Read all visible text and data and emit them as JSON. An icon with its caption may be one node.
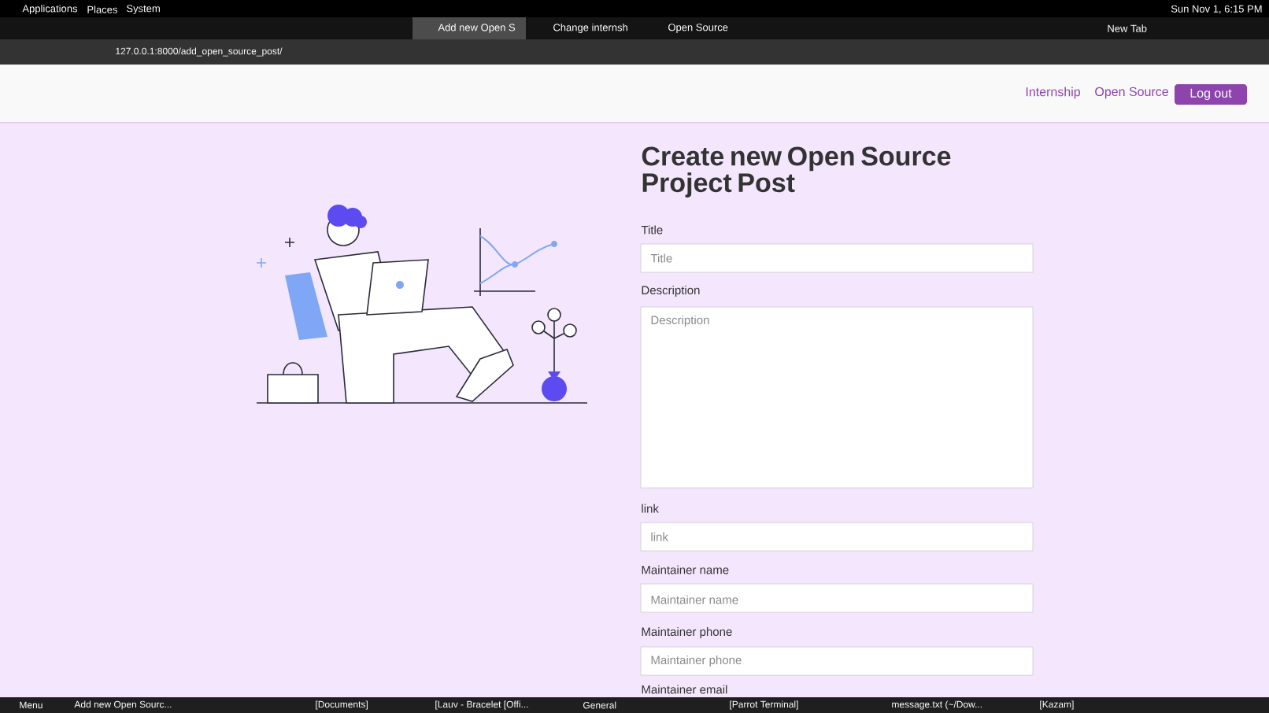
{
  "diagram": {
    "title": "Create new Open Source Project Post",
    "labels": [
      "Applications",
      "Places",
      "System",
      "Sun Nov 1, 6:15 PM",
      "Add new Open S",
      "Change internsh",
      "Open Source",
      "New Tab",
      "127.0.0.1:8000/add_open_source_post/",
      "Internship",
      "Open Source",
      "Log out",
      "Title",
      "Title",
      "Description",
      "Description",
      "link",
      "link",
      "Maintainer name",
      "Maintainer name",
      "Maintainer phone",
      "Maintainer phone",
      "Maintainer email",
      "Menu",
      "Add new Open Sourc...",
      "[Documents]",
      "[Lauv - Bracelet [Offi...",
      "General",
      "[Parrot Terminal]",
      "message.txt (~/Dow...",
      "[Kazam]"
    ]
  }
}
